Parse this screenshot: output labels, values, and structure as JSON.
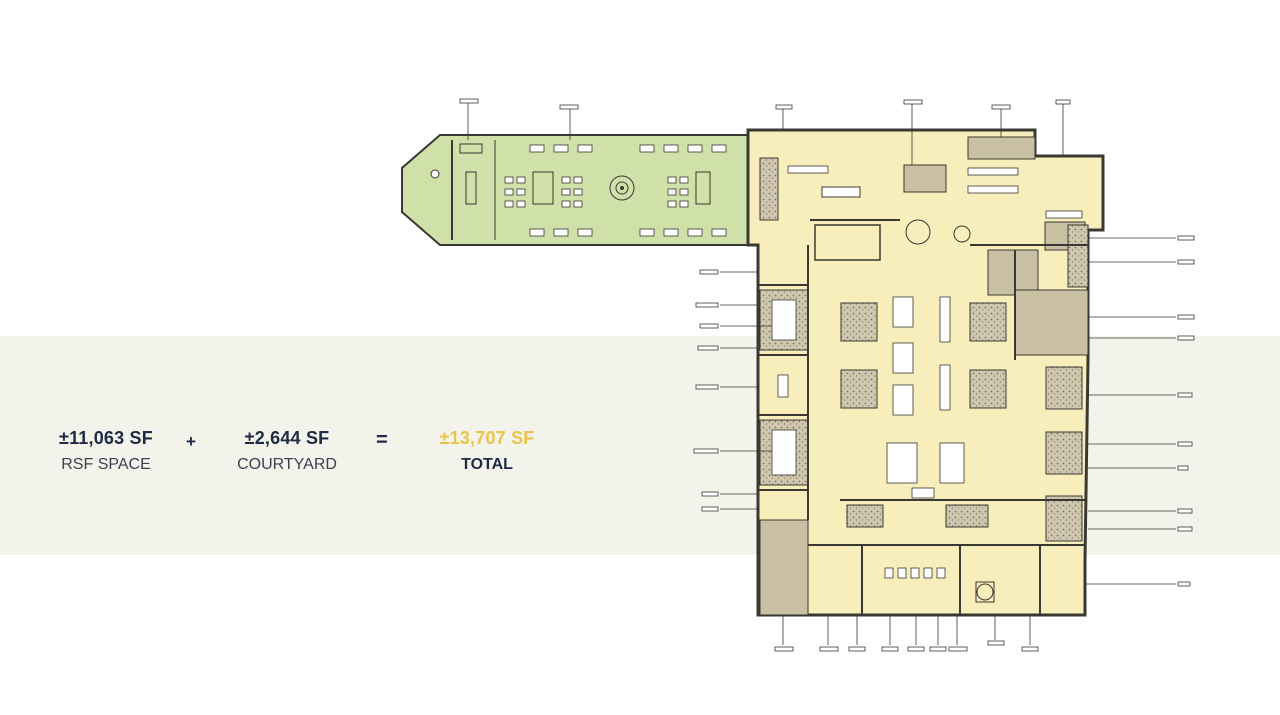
{
  "summary": {
    "rsf": {
      "value": "±11,063 SF",
      "label": "RSF SPACE"
    },
    "plus": "+",
    "courtyard": {
      "value": "±2,644 SF",
      "label": "COURTYARD"
    },
    "equals": "=",
    "total": {
      "value": "±13,707 SF",
      "label": "TOTAL"
    }
  },
  "colors": {
    "band": "#f3f3eb",
    "interior": "#f8eebb",
    "courtyard": "#cfe0a8",
    "service": "#c9bfa2",
    "wall": "#3a3833",
    "navy": "#1f2a44",
    "gold": "#e9c44a"
  }
}
